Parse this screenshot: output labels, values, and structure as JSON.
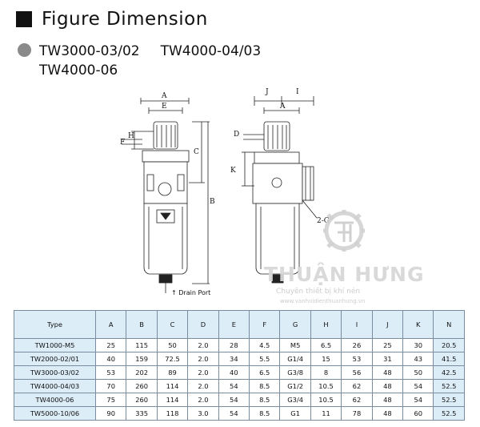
{
  "header": {
    "title": "Figure Dimension"
  },
  "models": {
    "line1_a": "TW3000-03/02",
    "line1_b": "TW4000-04/03",
    "line2": "TW4000-06"
  },
  "drawing": {
    "front_labels": {
      "A": "A",
      "E": "E",
      "H": "H",
      "F": "F",
      "C": "C",
      "B": "B"
    },
    "side_labels": {
      "J": "J",
      "I": "I",
      "A": "A",
      "D": "D",
      "K": "K",
      "G": "2-G"
    },
    "drain_port": "Drain Port"
  },
  "watermark": {
    "title": "THUẬN HƯNG",
    "subtitle": "Chuyên thiết bị khí nén",
    "contact": "www.vanhoidienthuanhung.vn"
  },
  "table": {
    "headers": [
      "Type",
      "A",
      "B",
      "C",
      "D",
      "E",
      "F",
      "G",
      "H",
      "I",
      "J",
      "K",
      "N"
    ],
    "rows": [
      [
        "TW1000-M5",
        "25",
        "115",
        "50",
        "2.0",
        "28",
        "4.5",
        "M5",
        "6.5",
        "26",
        "25",
        "30",
        "20.5"
      ],
      [
        "TW2000-02/01",
        "40",
        "159",
        "72.5",
        "2.0",
        "34",
        "5.5",
        "G1/4",
        "15",
        "53",
        "31",
        "43",
        "41.5"
      ],
      [
        "TW3000-03/02",
        "53",
        "202",
        "89",
        "2.0",
        "40",
        "6.5",
        "G3/8",
        "8",
        "56",
        "48",
        "50",
        "42.5"
      ],
      [
        "TW4000-04/03",
        "70",
        "260",
        "114",
        "2.0",
        "54",
        "8.5",
        "G1/2",
        "10.5",
        "62",
        "48",
        "54",
        "52.5"
      ],
      [
        "TW4000-06",
        "75",
        "260",
        "114",
        "2.0",
        "54",
        "8.5",
        "G3/4",
        "10.5",
        "62",
        "48",
        "54",
        "52.5"
      ],
      [
        "TW5000-10/06",
        "90",
        "335",
        "118",
        "3.0",
        "54",
        "8.5",
        "G1",
        "11",
        "78",
        "48",
        "60",
        "52.5"
      ]
    ]
  }
}
